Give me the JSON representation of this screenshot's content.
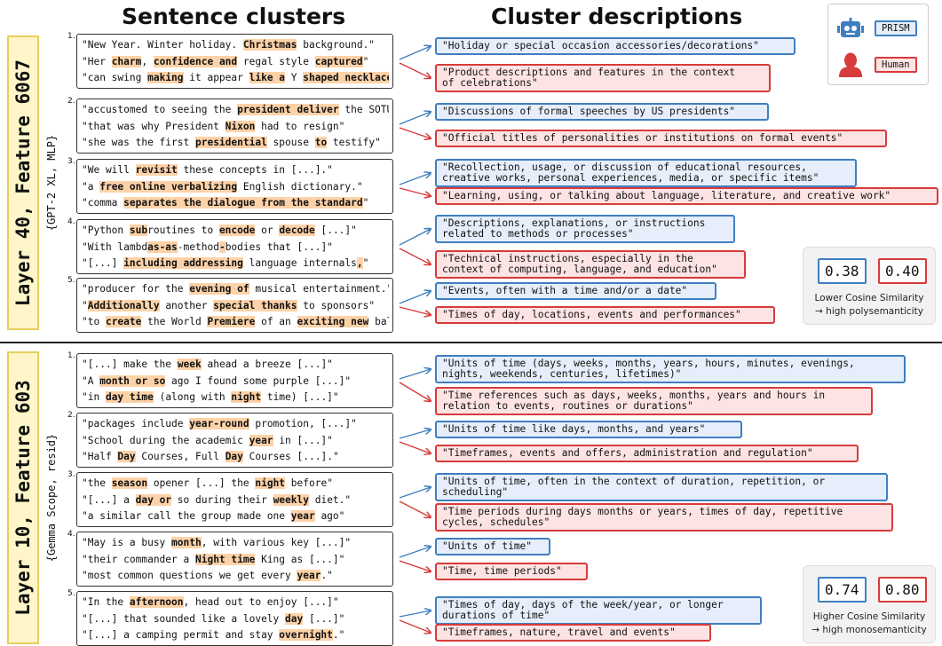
{
  "headers": {
    "left": "Sentence clusters",
    "right": "Cluster descriptions"
  },
  "legend": {
    "prism": "PRISM",
    "human": "Human",
    "icons": [
      "robot-icon",
      "person-icon"
    ]
  },
  "colors": {
    "prism_border": "#3f7fc0",
    "prism_fill": "#e5eefa",
    "human_border": "#d83b3b",
    "human_fill": "#fde3e3",
    "highlight": "#fdd2a8",
    "layer_fill": "#fef6c8"
  },
  "sections": [
    {
      "layer": "Layer 40, Feature 6067",
      "model": "{GPT-2 XL, MLP}",
      "similarity": {
        "prism": "0.38",
        "human": "0.40",
        "caption1": "Lower Cosine Similarity",
        "caption2": "→ high polysemanticity"
      },
      "clusters": [
        {
          "num": "1.",
          "lines": [
            [
              [
                "\"New Year. Winter holiday. ",
                0
              ],
              [
                "Christmas",
                1
              ],
              [
                " background.\"",
                0
              ]
            ],
            [
              [
                "\"Her ",
                0
              ],
              [
                "charm",
                1
              ],
              [
                ", ",
                0
              ],
              [
                "confidence and",
                1
              ],
              [
                " regal style ",
                0
              ],
              [
                "captured",
                1
              ],
              [
                "\"",
                0
              ]
            ],
            [
              [
                "\"can swing ",
                0
              ],
              [
                "making",
                1
              ],
              [
                " it appear ",
                0
              ],
              [
                "like a",
                1
              ],
              [
                " Y ",
                0
              ],
              [
                "shaped necklace",
                1
              ],
              [
                ".\"",
                0
              ]
            ]
          ],
          "prism": "\"Holiday or special occasion accessories/decorations\"",
          "human": "\"Product descriptions and features in the context\nof celebrations\""
        },
        {
          "num": "2.",
          "lines": [
            [
              [
                "\"accustomed to seeing the ",
                0
              ],
              [
                "president deliver",
                1
              ],
              [
                " the SOTU\"",
                0
              ]
            ],
            [
              [
                "\"that was why President ",
                0
              ],
              [
                "Nixon",
                1
              ],
              [
                " had to resign\"",
                0
              ]
            ],
            [
              [
                "\"she was the first ",
                0
              ],
              [
                "presidential",
                1
              ],
              [
                " spouse ",
                0
              ],
              [
                "to",
                1
              ],
              [
                " testify\"",
                0
              ]
            ]
          ],
          "prism": "\"Discussions of formal speeches by US presidents\"",
          "human": "\"Official titles of personalities or institutions on formal events\""
        },
        {
          "num": "3.",
          "lines": [
            [
              [
                "\"We will ",
                0
              ],
              [
                "revisit",
                1
              ],
              [
                " these concepts in [...].\"",
                0
              ]
            ],
            [
              [
                "\"a ",
                0
              ],
              [
                "free online verbalizing",
                1
              ],
              [
                " English dictionary.\"",
                0
              ]
            ],
            [
              [
                "\"comma ",
                0
              ],
              [
                "separates the dialogue from the standard",
                1
              ],
              [
                "\"",
                0
              ]
            ]
          ],
          "prism": "\"Recollection, usage, or discussion of educational resources,\ncreative works, personal experiences, media, or specific items\"",
          "human": "\"Learning, using, or talking about language, literature, and creative work\""
        },
        {
          "num": "4.",
          "lines": [
            [
              [
                "\"Python ",
                0
              ],
              [
                "sub",
                1
              ],
              [
                "routines to ",
                0
              ],
              [
                "encode",
                1
              ],
              [
                " or ",
                0
              ],
              [
                "decode",
                1
              ],
              [
                " [...]\"",
                0
              ]
            ],
            [
              [
                "\"With lambd",
                0
              ],
              [
                "as-as",
                1
              ],
              [
                "-method",
                0
              ],
              [
                "-",
                1
              ],
              [
                "bodies that [...]\"",
                0
              ]
            ],
            [
              [
                "\"[...] ",
                0
              ],
              [
                "including addressing",
                1
              ],
              [
                " language internals",
                0
              ],
              [
                ",",
                1
              ],
              [
                "\"",
                0
              ]
            ]
          ],
          "prism": "\"Descriptions, explanations, or instructions\nrelated to methods or processes\"",
          "human": "\"Technical instructions, especially in the\ncontext of computing, language, and education\""
        },
        {
          "num": "5.",
          "lines": [
            [
              [
                "\"producer for the ",
                0
              ],
              [
                "evening of",
                1
              ],
              [
                " musical entertainment.\"",
                0
              ]
            ],
            [
              [
                "\"",
                0
              ],
              [
                "Additionally",
                1
              ],
              [
                " another ",
                0
              ],
              [
                "special thanks",
                1
              ],
              [
                " to sponsors\"",
                0
              ]
            ],
            [
              [
                "\"to ",
                0
              ],
              [
                "create",
                1
              ],
              [
                " the World ",
                0
              ],
              [
                "Premiere",
                1
              ],
              [
                " of an ",
                0
              ],
              [
                "exciting new",
                1
              ],
              [
                " ballet\"",
                0
              ]
            ]
          ],
          "prism": "\"Events, often with a time and/or a date\"",
          "human": "\"Times of day, locations, events and performances\""
        }
      ]
    },
    {
      "layer": "Layer 10, Feature 603",
      "model": "{Gemma Scope, resid}",
      "similarity": {
        "prism": "0.74",
        "human": "0.80",
        "caption1": "Higher Cosine Similarity",
        "caption2": "→ high monosemanticity"
      },
      "clusters": [
        {
          "num": "1.",
          "lines": [
            [
              [
                "\"[...] make the ",
                0
              ],
              [
                "week",
                1
              ],
              [
                " ahead a breeze [...]\"",
                0
              ]
            ],
            [
              [
                "\"A ",
                0
              ],
              [
                "month or so",
                1
              ],
              [
                " ago I found some purple [...]\"",
                0
              ]
            ],
            [
              [
                "\"in ",
                0
              ],
              [
                "day time",
                1
              ],
              [
                " (along with ",
                0
              ],
              [
                "night",
                1
              ],
              [
                " time) [...]\"",
                0
              ]
            ]
          ],
          "prism": "\"Units of time (days, weeks, months, years, hours, minutes, evenings,\nnights, weekends, centuries, lifetimes)\"",
          "human": "\"Time references such as days, weeks, months, years and hours in\nrelation to events, routines or durations\""
        },
        {
          "num": "2.",
          "lines": [
            [
              [
                "\"packages include ",
                0
              ],
              [
                "year-round",
                1
              ],
              [
                " promotion, [...]\"",
                0
              ]
            ],
            [
              [
                "\"School during the academic ",
                0
              ],
              [
                "year",
                1
              ],
              [
                " in [...]\"",
                0
              ]
            ],
            [
              [
                "\"Half ",
                0
              ],
              [
                "Day",
                1
              ],
              [
                " Courses, Full ",
                0
              ],
              [
                "Day",
                1
              ],
              [
                " Courses [...].\"",
                0
              ]
            ]
          ],
          "prism": "\"Units of time like days, months, and years\"",
          "human": "\"Timeframes, events and offers, administration and regulation\""
        },
        {
          "num": "3.",
          "lines": [
            [
              [
                "\"the ",
                0
              ],
              [
                "season",
                1
              ],
              [
                " opener [...] the ",
                0
              ],
              [
                "night",
                1
              ],
              [
                " before\"",
                0
              ]
            ],
            [
              [
                "\"[...] a ",
                0
              ],
              [
                "day or",
                1
              ],
              [
                " so during their ",
                0
              ],
              [
                "weekly",
                1
              ],
              [
                " diet.\"",
                0
              ]
            ],
            [
              [
                "\"a similar call the group made one ",
                0
              ],
              [
                "year",
                1
              ],
              [
                " ago\"",
                0
              ]
            ]
          ],
          "prism": "\"Units of time, often in the context of duration, repetition, or\nscheduling\"",
          "human": "\"Time periods during days months or years, times of day, repetitive\ncycles, schedules\""
        },
        {
          "num": "4.",
          "lines": [
            [
              [
                "\"May is a busy ",
                0
              ],
              [
                "month",
                1
              ],
              [
                ", with various key [...]\"",
                0
              ]
            ],
            [
              [
                "\"their commander a ",
                0
              ],
              [
                "Night time",
                1
              ],
              [
                " King as [...]\"",
                0
              ]
            ],
            [
              [
                "\"most common questions we get every ",
                0
              ],
              [
                "year",
                1
              ],
              [
                ".\"",
                0
              ]
            ]
          ],
          "prism": "\"Units of time\"",
          "human": "\"Time, time periods\""
        },
        {
          "num": "5.",
          "lines": [
            [
              [
                "\"In the ",
                0
              ],
              [
                "afternoon",
                1
              ],
              [
                ", head out to enjoy [...]\"",
                0
              ]
            ],
            [
              [
                "\"[...] that sounded like a lovely ",
                0
              ],
              [
                "day",
                1
              ],
              [
                " [...]\"",
                0
              ]
            ],
            [
              [
                "\"[...] a camping permit and stay ",
                0
              ],
              [
                "overnight",
                1
              ],
              [
                ".\"",
                0
              ]
            ]
          ],
          "prism": "\"Times of day, days of the week/year, or longer\ndurations of time\"",
          "human": "\"Timeframes, nature, travel and events\""
        }
      ]
    }
  ]
}
